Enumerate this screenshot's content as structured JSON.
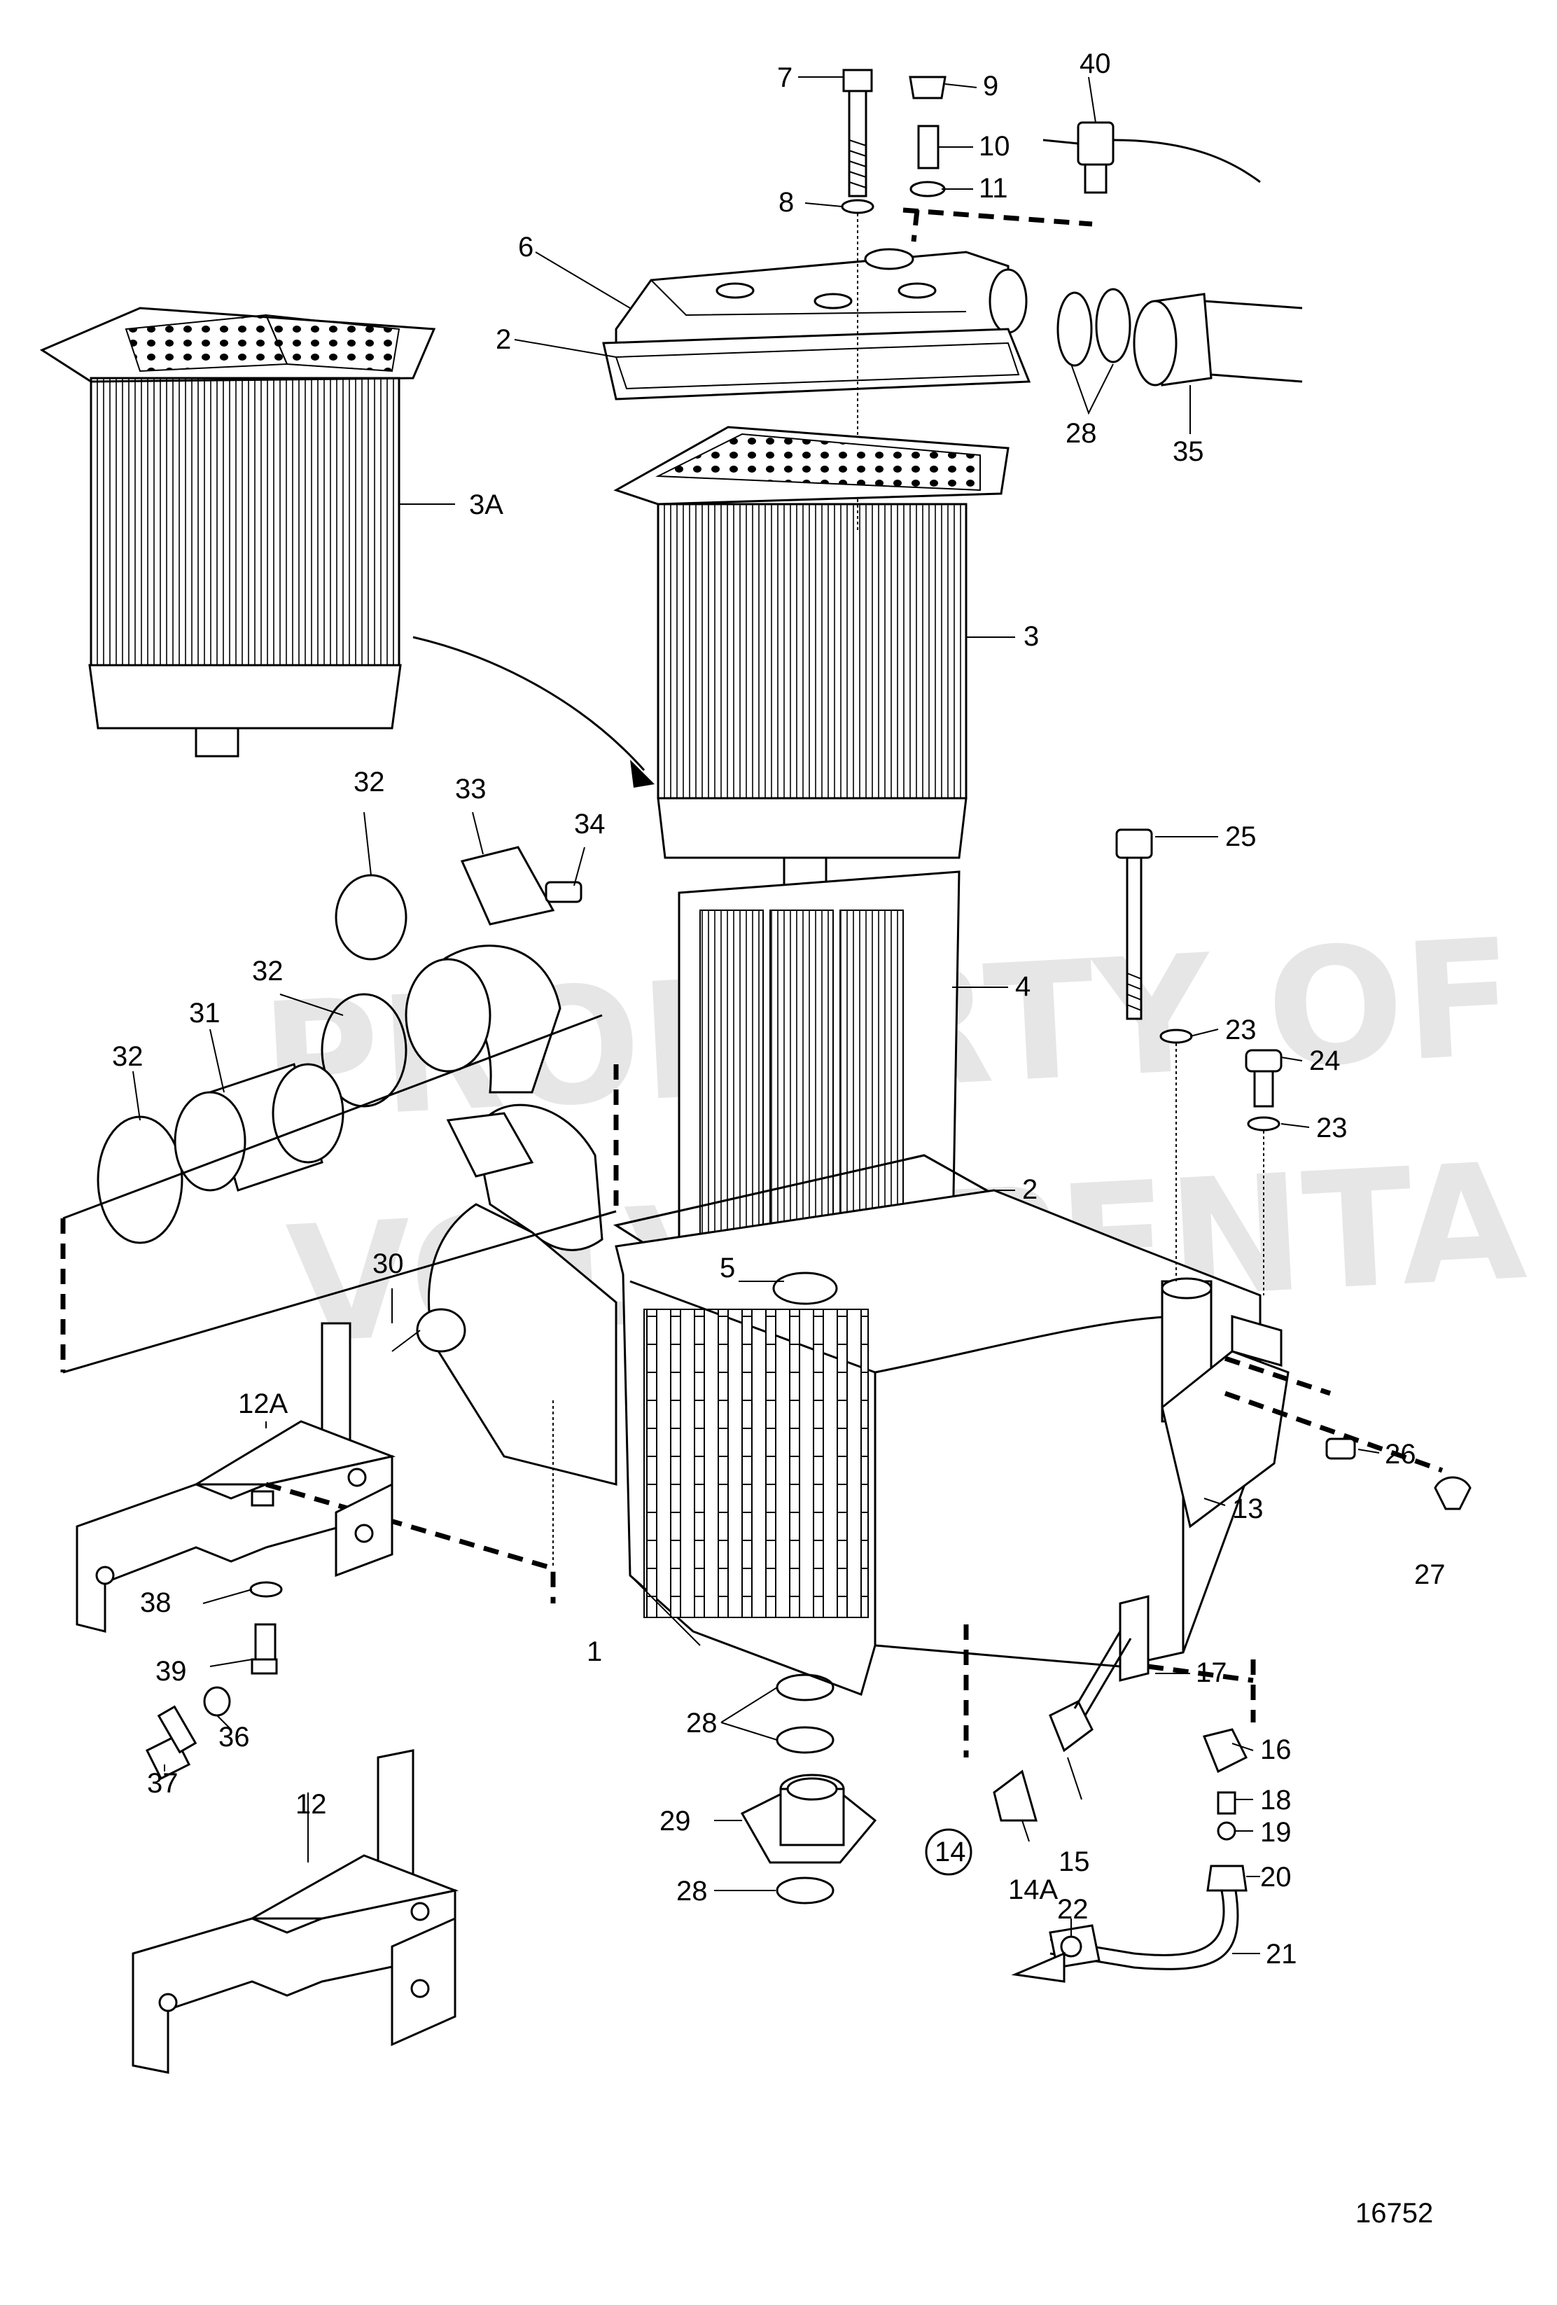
{
  "watermark": {
    "line1": "PROPERTY OF",
    "line2": "VOLVO PENTA"
  },
  "drawing_number": "16752",
  "parts": [
    {
      "id": "p1",
      "label": "1"
    },
    {
      "id": "p2a",
      "label": "2"
    },
    {
      "id": "p2b",
      "label": "2"
    },
    {
      "id": "p3",
      "label": "3"
    },
    {
      "id": "p3a",
      "label": "3A"
    },
    {
      "id": "p4",
      "label": "4"
    },
    {
      "id": "p5",
      "label": "5"
    },
    {
      "id": "p6",
      "label": "6"
    },
    {
      "id": "p7",
      "label": "7"
    },
    {
      "id": "p8",
      "label": "8"
    },
    {
      "id": "p9",
      "label": "9"
    },
    {
      "id": "p10",
      "label": "10"
    },
    {
      "id": "p11",
      "label": "11"
    },
    {
      "id": "p12",
      "label": "12"
    },
    {
      "id": "p12a",
      "label": "12A"
    },
    {
      "id": "p13",
      "label": "13"
    },
    {
      "id": "p14",
      "label": "14"
    },
    {
      "id": "p14a",
      "label": "14A"
    },
    {
      "id": "p15",
      "label": "15"
    },
    {
      "id": "p16",
      "label": "16"
    },
    {
      "id": "p17",
      "label": "17"
    },
    {
      "id": "p18",
      "label": "18"
    },
    {
      "id": "p19",
      "label": "19"
    },
    {
      "id": "p20",
      "label": "20"
    },
    {
      "id": "p21",
      "label": "21"
    },
    {
      "id": "p22",
      "label": "22"
    },
    {
      "id": "p23a",
      "label": "23"
    },
    {
      "id": "p23b",
      "label": "23"
    },
    {
      "id": "p24",
      "label": "24"
    },
    {
      "id": "p25",
      "label": "25"
    },
    {
      "id": "p26",
      "label": "26"
    },
    {
      "id": "p27",
      "label": "27"
    },
    {
      "id": "p28a",
      "label": "28"
    },
    {
      "id": "p28b",
      "label": "28"
    },
    {
      "id": "p28c",
      "label": "28"
    },
    {
      "id": "p29",
      "label": "29"
    },
    {
      "id": "p30",
      "label": "30"
    },
    {
      "id": "p31",
      "label": "31"
    },
    {
      "id": "p32a",
      "label": "32"
    },
    {
      "id": "p32b",
      "label": "32"
    },
    {
      "id": "p32c",
      "label": "32"
    },
    {
      "id": "p33",
      "label": "33"
    },
    {
      "id": "p34",
      "label": "34"
    },
    {
      "id": "p35",
      "label": "35"
    },
    {
      "id": "p36",
      "label": "36"
    },
    {
      "id": "p37",
      "label": "37"
    },
    {
      "id": "p38",
      "label": "38"
    },
    {
      "id": "p39",
      "label": "39"
    },
    {
      "id": "p40",
      "label": "40"
    }
  ]
}
